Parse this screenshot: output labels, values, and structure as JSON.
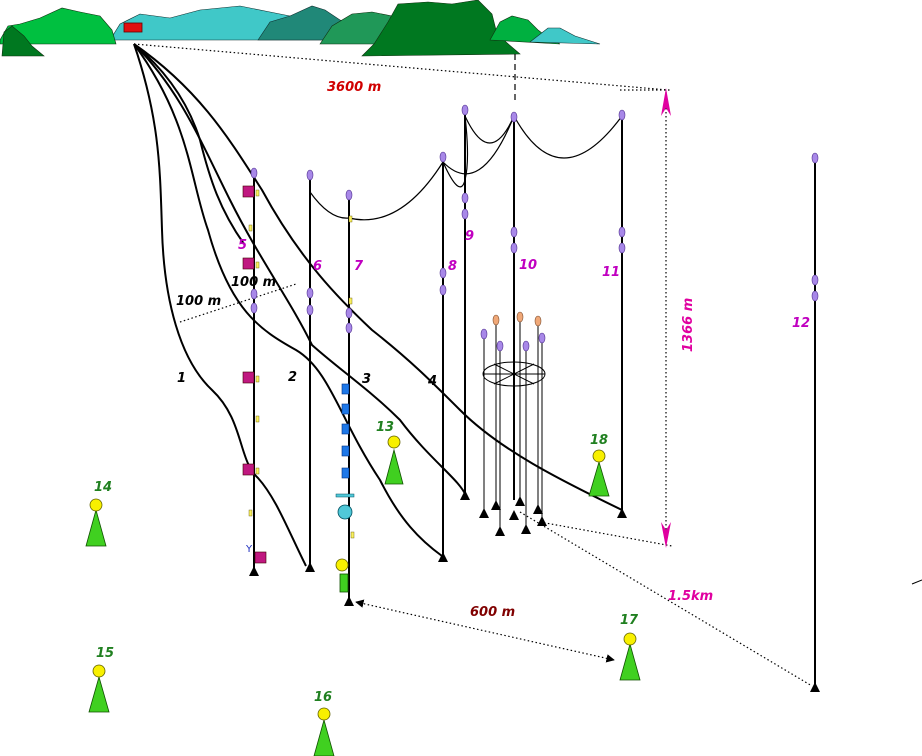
{
  "distances": {
    "shore_to_line": "3600 m",
    "depth": "1366 m",
    "spacing_a": "100 m",
    "spacing_b": "100 m",
    "to_line12": "1.5km",
    "to_station17": "600 m"
  },
  "cables": {
    "c1": "1",
    "c2": "2",
    "c3": "3",
    "c4": "4"
  },
  "lines": {
    "l5": "5",
    "l6": "6",
    "l7": "7",
    "l8": "8",
    "l9": "9",
    "l10": "10",
    "l11": "11",
    "l12": "12"
  },
  "stations": {
    "s13": "13",
    "s14": "14",
    "s15": "15",
    "s16": "16",
    "s17": "17",
    "s18": "18"
  },
  "colors": {
    "hill_cyan": "#40c8c8",
    "hill_green": "#00c040",
    "hill_dark": "#007820",
    "hill_teal": "#208878",
    "shore_station": "#e01010",
    "float": "#a888e8",
    "float_orange": "#f0a878",
    "station_body": "#40d020",
    "station_head": "#f8f000",
    "magenta_label": "#c000c0",
    "green_label": "#208020",
    "cable_label": "#000000",
    "distance_red": "#d00000",
    "distance_pink": "#e000a0",
    "distance_dark": "#800000",
    "module_blue": "#1e78e8",
    "module_magenta": "#c01880"
  }
}
